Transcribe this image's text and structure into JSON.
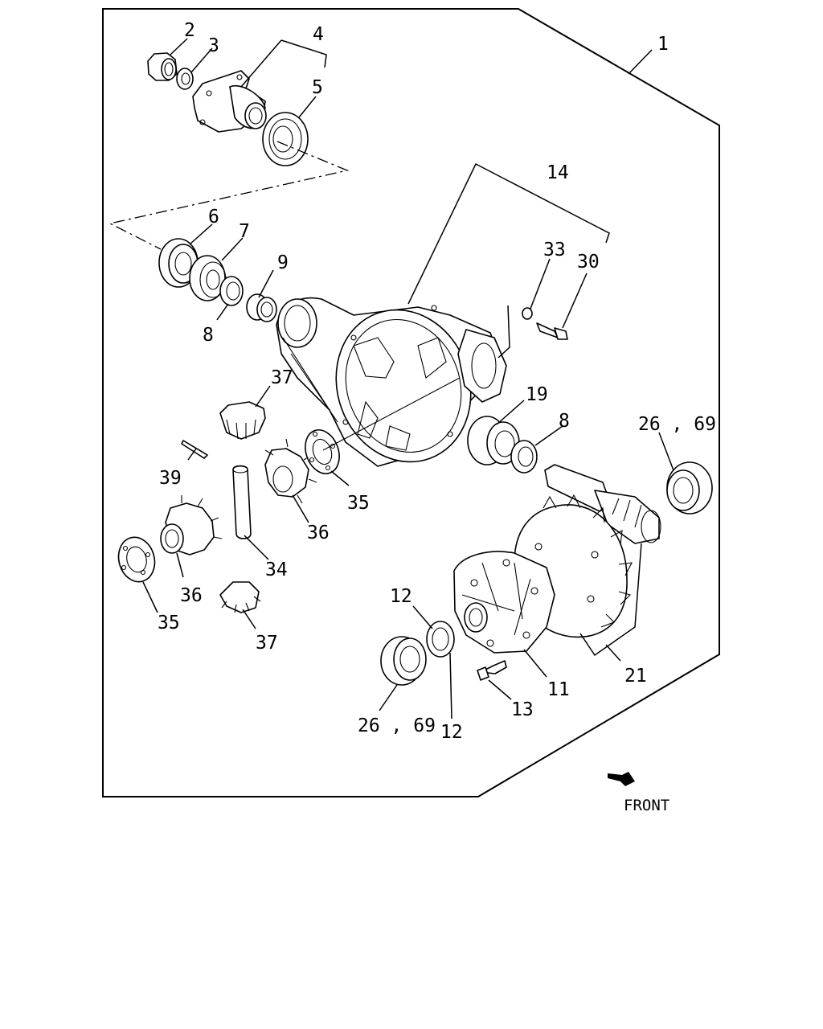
{
  "labels": {
    "p1": "1",
    "p2": "2",
    "p3": "3",
    "p4": "4",
    "p5": "5",
    "p6": "6",
    "p7": "7",
    "p8a": "8",
    "p9": "9",
    "p14": "14",
    "p33": "33",
    "p30": "30",
    "p37a": "37",
    "p19": "19",
    "p8b": "8",
    "p26a": "26 , 69",
    "p39": "39",
    "p35a": "35",
    "p36a": "36",
    "p34": "34",
    "p36b": "36",
    "p35b": "35",
    "p37b": "37",
    "p12a": "12",
    "p11": "11",
    "p21": "21",
    "p13": "13",
    "p26b": "26 , 69",
    "p12b": "12"
  },
  "front_label": "FRONT"
}
